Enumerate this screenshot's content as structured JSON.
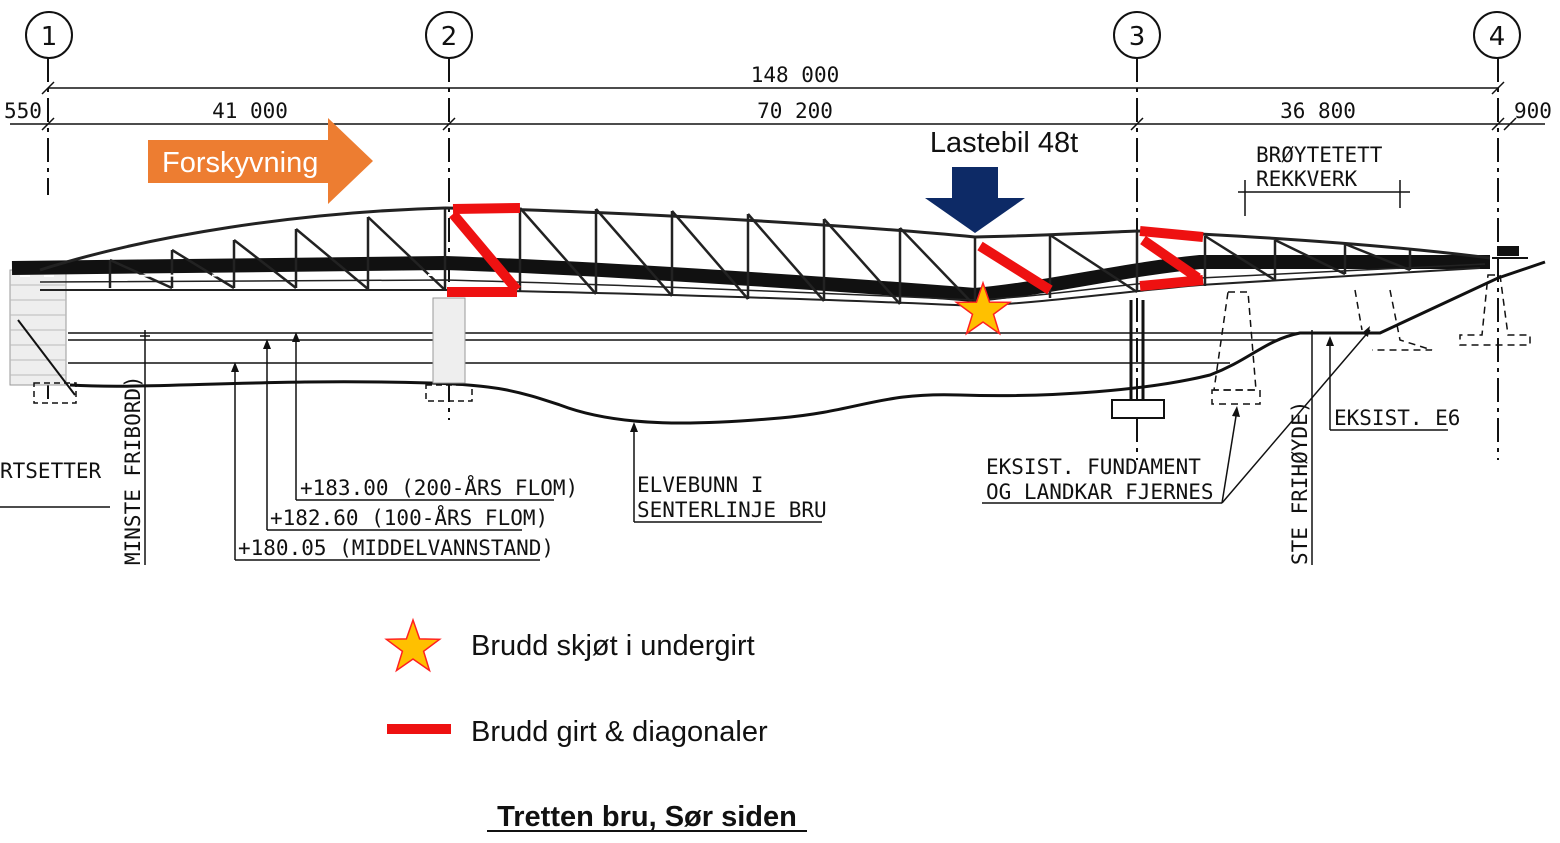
{
  "axes": [
    {
      "label": "1"
    },
    {
      "label": "2"
    },
    {
      "label": "3"
    },
    {
      "label": "4"
    }
  ],
  "dimensions": {
    "total": "148 000",
    "left_edge": "550",
    "span_1": "41 000",
    "span_2": "70 200",
    "span_3": "36 800",
    "right_edge": "900"
  },
  "annotations": {
    "forskyvning": "Forskyvning",
    "lastebil": "Lastebil 48t",
    "rekkverk_line1": "BRØYTETETT",
    "rekkverk_line2": "REKKVERK",
    "flood_200": "+183.00 (200-ÅRS FLOM)",
    "flood_100": "+182.60 (100-ÅRS FLOM)",
    "mean_water": "+180.05 (MIDDELVANNSTAND)",
    "riverbed_line1": "ELVEBUNN I",
    "riverbed_line2": "SENTERLINJE BRU",
    "foundation_line1": "EKSIST. FUNDAMENT",
    "foundation_line2": "OG LANDKAR FJERNES",
    "existing_e6": "EKSIST. E6",
    "left_partial": "RTSETTER",
    "left_vertical": "MINSTE FRIBORD)",
    "right_vertical": "STE FRIHØYDE)"
  },
  "legend": [
    {
      "symbol": "star",
      "label": "Brudd skjøt i undergirt"
    },
    {
      "symbol": "red-bar",
      "label": "Brudd girt & diagonaler"
    }
  ],
  "title": "Tretten bru, Sør siden",
  "colors": {
    "damage_red": "#ee1111",
    "arrow_orange": "#ed7d31",
    "load_arrow_navy": "#0d2a66",
    "star_fill": "#ffc000",
    "star_stroke": "#ff2020",
    "line": "#111111"
  }
}
